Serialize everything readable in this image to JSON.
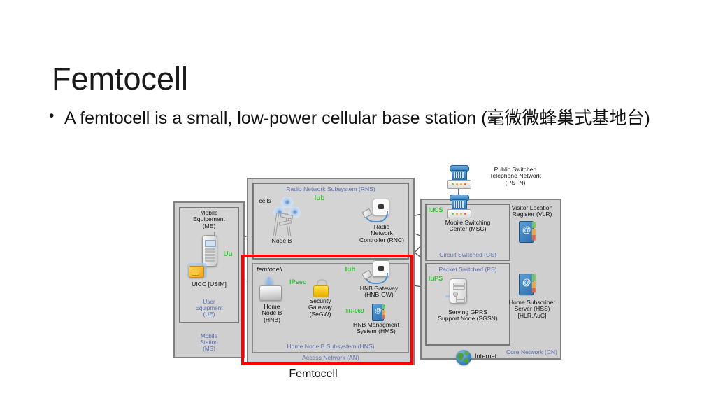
{
  "slide": {
    "title": "Femtocell",
    "bullets": [
      {
        "marker": "•",
        "text_en": "A femtocell is a small, low-power cellular base station (",
        "text_cjk": "毫微微蜂巢式基地台",
        "text_tail": ")"
      }
    ],
    "figure_caption": "Femtocell"
  },
  "colors": {
    "title_text": "#1a1a1a",
    "body_text": "#111111",
    "panel_fill": "#cfcfcf",
    "panel_border": "#808080",
    "blue_label": "#5b6fb0",
    "green_interface": "#2fc42f",
    "highlight_red": "#ff0000"
  },
  "diagram": {
    "name": "3GPP UMTS femtocell network architecture",
    "groups": {
      "mobile_station": {
        "label": "Mobile\nStation\n(MS)",
        "label_lines": [
          "Mobile",
          "Station",
          "(MS)"
        ]
      },
      "user_equipment": {
        "label_lines": [
          "User",
          "Equipment",
          "(UE)"
        ]
      },
      "rns": {
        "label": "Radio Network Subsystem (RNS)"
      },
      "hns": {
        "label": "Home Node B Subsystem (HNS)"
      },
      "access_network": {
        "label": "Access Network (AN)"
      },
      "core_network": {
        "label": "Core Network (CN)"
      },
      "circuit_switched": {
        "label": "Circuit Switched (CS)"
      },
      "packet_switched": {
        "label": "Packet Switched (PS)"
      }
    },
    "nodes": {
      "me": {
        "label_lines": [
          "Mobile",
          "Equipement",
          "(ME)"
        ],
        "icon": "mobile-handset-icon"
      },
      "uicc": {
        "label_lines": [
          "UICC [USIM]"
        ],
        "icon": "sim-card-icon"
      },
      "cells": {
        "label": "cells",
        "icon": "hex-cells-icon"
      },
      "node_b": {
        "label_lines": [
          "Node B"
        ],
        "icon": "cell-tower-icon"
      },
      "rnc": {
        "label_lines": [
          "Radio",
          "Network",
          "Controller (RNC)"
        ],
        "icon": "network-jack-icon"
      },
      "femtocell_tag": {
        "label": "femtocell"
      },
      "hnb": {
        "label_lines": [
          "Home",
          "Node B",
          "(HNB)"
        ],
        "icon": "home-node-b-icon"
      },
      "segw": {
        "label_lines": [
          "Security",
          "Gateway",
          "(SeGW)"
        ],
        "icon": "padlock-icon"
      },
      "hnb_gw": {
        "label_lines": [
          "HNB Gateway",
          "(HNB-GW)"
        ],
        "icon": "network-jack-icon"
      },
      "hms": {
        "label_lines": [
          "HNB Managment",
          "System (HMS)"
        ],
        "icon": "database-book-icon"
      },
      "pstn": {
        "label_lines": [
          "Public Switched",
          "Telephone Network",
          "(PSTN)"
        ],
        "icon": "telephone-icon"
      },
      "msc": {
        "label_lines": [
          "Mobile Switching",
          "Center (MSC)"
        ],
        "icon": "telephone-switch-icon"
      },
      "vlr": {
        "label_lines": [
          "Visitor Location",
          "Register (VLR)"
        ],
        "icon": "database-book-icon"
      },
      "sgsn": {
        "label_lines": [
          "Serving GPRS",
          "Support Node (SGSN)"
        ],
        "icon": "server-icon"
      },
      "hss": {
        "label_lines": [
          "Home Subscriber",
          "Server (HSS)",
          "[HLR,AuC]"
        ],
        "icon": "database-book-icon"
      },
      "internet": {
        "label": "Internet",
        "icon": "globe-icon"
      }
    },
    "interfaces": [
      {
        "name": "Uu",
        "label": "Uu"
      },
      {
        "name": "Iub",
        "label": "Iub"
      },
      {
        "name": "Iuh",
        "label": "Iuh"
      },
      {
        "name": "IPsec",
        "label": "IPsec"
      },
      {
        "name": "TR-069",
        "label": "TR-069"
      },
      {
        "name": "IuCS",
        "label": "IuCS"
      },
      {
        "name": "IuPS",
        "label": "IuPS"
      }
    ],
    "highlight": {
      "target": "Home Node B Subsystem (HNS) / Access Network (AN)",
      "color": "#ff0000"
    }
  }
}
